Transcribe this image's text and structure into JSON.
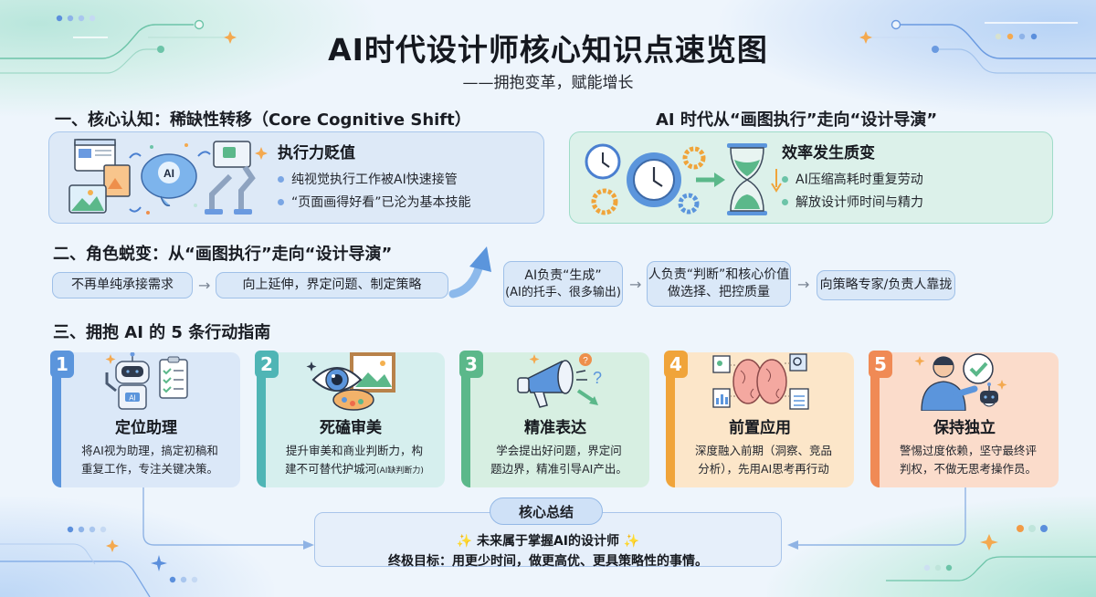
{
  "header": {
    "title": "AI时代设计师核心知识点速览图",
    "subtitle": "——拥抱变革，赋能增长"
  },
  "section1": {
    "heading": "一、核心认知：稀缺性转移（Core Cognitive Shift）",
    "panel": {
      "title": "执行力贬值",
      "bullets": [
        "纯视觉执行工作被AI快速接管",
        "“页面画得好看”已沦为基本技能"
      ],
      "icon": "ai-brain-robot-arm-icon",
      "brain_label": "AI"
    }
  },
  "section1_right": {
    "heading": "AI 时代从“画图执行”走向“设计导演”",
    "panel": {
      "title": "效率发生质变",
      "bullets": [
        "AI压缩高耗时重复劳动",
        "解放设计师时间与精力"
      ],
      "icon": "clock-gears-hourglass-icon"
    }
  },
  "section2": {
    "heading": "二、角色蜕变：从“画图执行”走向“设计导演”",
    "flow": [
      {
        "line1": "不再单纯承接需求"
      },
      {
        "line1": "向上延伸，界定问题、制定策略"
      },
      {
        "line1": "AI负责“生成”",
        "line2": "(AI的托手、很多输出)"
      },
      {
        "line1": "人负责“判断”和核心价值",
        "line2": "做选择、把控质量"
      },
      {
        "line1": "向策略专家/负责人靠拢"
      }
    ],
    "arrow": "→"
  },
  "section3": {
    "heading": "三、拥抱 AI 的 5 条行动指南",
    "cards": [
      {
        "num": "1",
        "title": "定位助理",
        "desc1": "将AI视为助理，搞定初稿和",
        "desc2": "重复工作，专注关键决策。",
        "icon": "robot-clipboard-icon",
        "robot_label": "AI",
        "color": "#5b95dc",
        "bg": "#dbe8f8"
      },
      {
        "num": "2",
        "title": "死磕审美",
        "desc1": "提升审美和商业判断力，构",
        "desc2": "建不可替代护城河",
        "desc2_small": "(AI缺判断力)",
        "icon": "eye-palette-icon",
        "color": "#4fb5b5",
        "bg": "#d6efee"
      },
      {
        "num": "3",
        "title": "精准表达",
        "desc1": "学会提出好问题，界定问",
        "desc2": "题边界，精准引导AI产出。",
        "icon": "megaphone-icon",
        "color": "#5bb88a",
        "bg": "#d7efe2"
      },
      {
        "num": "4",
        "title": "前置应用",
        "desc1": "深度融入前期（洞察、竞品",
        "desc2": "分析），先用AI思考再行动",
        "icon": "brain-research-icon",
        "color": "#f0a43a",
        "bg": "#fce6c9"
      },
      {
        "num": "5",
        "title": "保持独立",
        "desc1": "警惕过度依赖，坚守最终评",
        "desc2": "判权，不做无思考操作员。",
        "icon": "person-checkmark-icon",
        "color": "#f08a55",
        "bg": "#fbdccb"
      }
    ]
  },
  "summary": {
    "tag": "核心总结",
    "line1": "未来属于掌握AI的设计师",
    "line2": "终极目标：用更少时间，做更高优、更具策略性的事情。",
    "sparkle": "✨"
  },
  "colors": {
    "blue_accent": "#5b95dc",
    "green_accent": "#5bb88a",
    "orange_accent": "#f0a43a",
    "background": "#eef5fc"
  }
}
